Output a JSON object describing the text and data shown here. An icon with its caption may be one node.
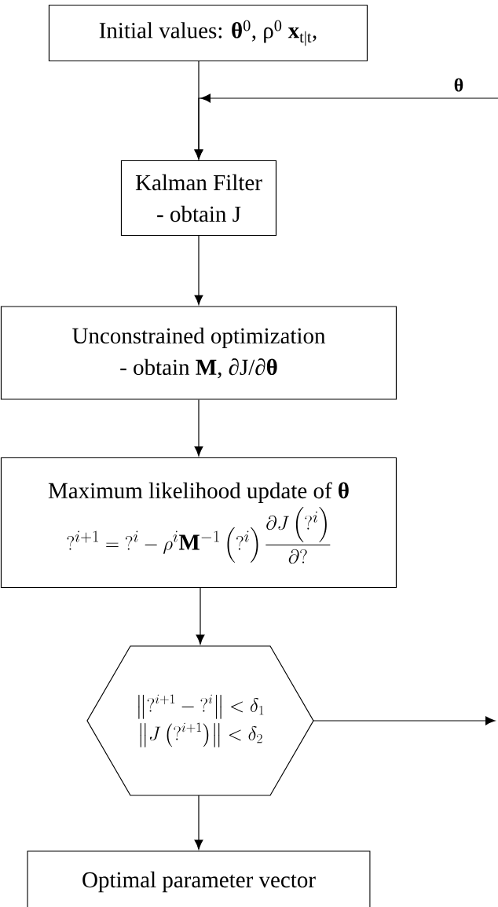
{
  "diagram": {
    "nodes": [
      {
        "text": [
          "Initial values: **θ**$^{0}$, ρ$^{0}$ **x**$_{t|t}$,"
        ]
      },
      {
        "text": [
          "Kalman Filter",
          "- obtain J"
        ]
      },
      {
        "text": [
          "Unconstrained optimization",
          "- obtain **M**, ∂J/∂**θ**"
        ]
      },
      {
        "text": [
          "Maximum likelihood update of **θ**",
          "\\mathbf{?}^{i+1}=\\mathbf{?}^{i}-\\rho^{i}\\mathbf{M}^{-1}\\left(\\mathbf{?}^{i}\\right)\\frac{\\partial J\\left(\\mathbf{?}^{i}\\right)}{\\partial\\mathbf{?}}"
        ]
      },
      {
        "text": [
          "\\left\\|\\mathbf{?}^{i+1}-\\mathbf{?}^{i}\\right\\|<\\delta_{1}",
          "\\left\\|J\\left(\\mathbf{?}^{i+1}\\right)\\right\\|<\\delta_{2}"
        ]
      },
      {
        "text": [
          "Optimal parameter vector"
        ]
      }
    ],
    "edges": [
      {
        "from": 0,
        "to": 1,
        "arrow": "to"
      },
      {
        "from": null,
        "to": 1,
        "arrow": "to",
        "label": "**θ**"
      },
      {
        "from": 1,
        "to": 2,
        "arrow": "to"
      },
      {
        "from": 2,
        "to": 3,
        "arrow": "to"
      },
      {
        "from": 3,
        "to": 4,
        "arrow": "to"
      },
      {
        "from": 4,
        "to": 5,
        "arrow": "to"
      },
      {
        "from": 4,
        "to": null,
        "arrow": "to"
      }
    ]
  }
}
